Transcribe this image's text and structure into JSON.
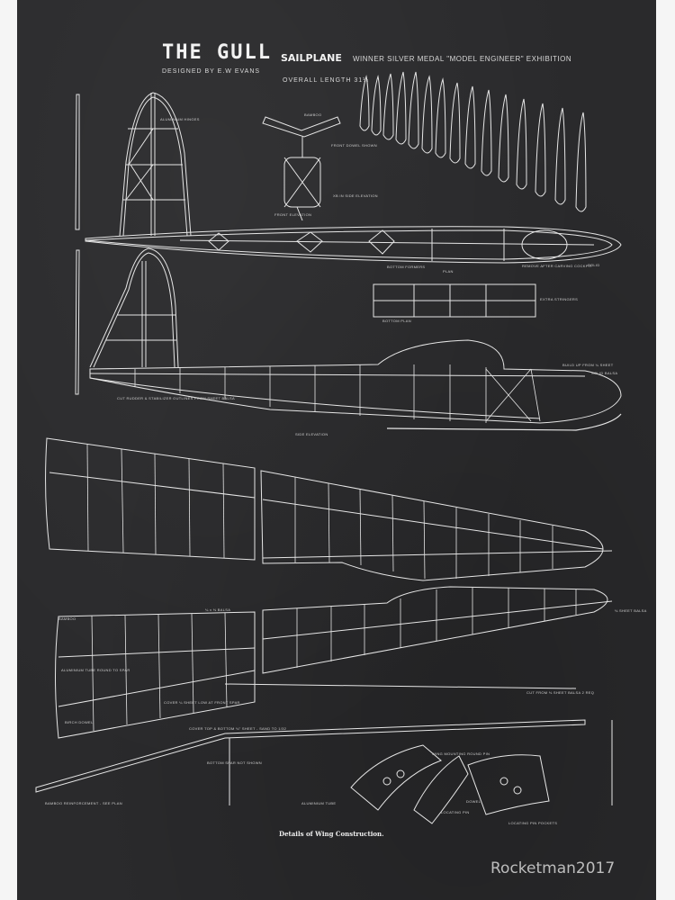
{
  "poster": {
    "title": "THE GULL",
    "subtitle": "SAILPLANE",
    "award": "WINNER SILVER MEDAL \"MODEL ENGINEER\" EXHIBITION",
    "designer": "DESIGNED BY E.W EVANS",
    "overall_length": "OVERALL LENGTH 31¼",
    "caption": "Details of Wing Construction.",
    "background_color": "#2a2a2c",
    "line_color": "#e8e8e8"
  },
  "labels": {
    "front_elevation": "FRONT ELEVATION",
    "front_dowel": "FRONT DOWEL SHOWN",
    "bamboo": "BAMBOO",
    "xb_side": "XB IN SIDE ELEVATION",
    "bottom_formers": "BOTTOM FORMERS",
    "plan": "PLAN",
    "remove_after": "REMOVE AFTER CARVING COCKPIT",
    "solid": "SOLID",
    "bottom_plan": "BOTTOM PLAN",
    "extra_stringers": "EXTRA STRINGERS",
    "side_elevation": "SIDE ELEVATION",
    "aluminium_hinges": "ALUMINIUM HINGES",
    "build_up": "BUILD UP FROM ¼ SHEET",
    "solid_balsa": "SOLID BALSA",
    "cut_rudder": "CUT RUDDER & STABILIZER OUTLINES FROM SHEET BALSA",
    "bamboo_wing": "BAMBOO",
    "aluminium_tube": "ALUMINIUM TUBE ROUND TO SPAR",
    "birch_dowel": "BIRCH DOWEL",
    "cover_sheet": "COVER ¼ SHEET LOW AT FRONT SPAR",
    "balsa": "¼ x ⅛ BALSA",
    "sheet_balsa": "⅛ SHEET BALSA",
    "cut_from": "CUT FROM ⅛ SHEET BALSA 2 REQ",
    "cover_top_bottom": "COVER TOP & BOTTOM ⅛\" SHEET - SAND TO 1/32",
    "bottom_spar": "BOTTOM SPAR NOT SHOWN",
    "bamboo_reinf": "BAMBOO REINFORCEMENT - SEE PLAN",
    "aluminium_tube2": "ALUMINIUM TUBE",
    "locating_pin": "LOCATING PIN",
    "dowel": "DOWEL",
    "wing_mounting": "WING MOUNTING ROUND PIN",
    "locating_pin_pockets": "LOCATING PIN POCKETS"
  },
  "watermark": {
    "text": "Rocketman2017"
  }
}
